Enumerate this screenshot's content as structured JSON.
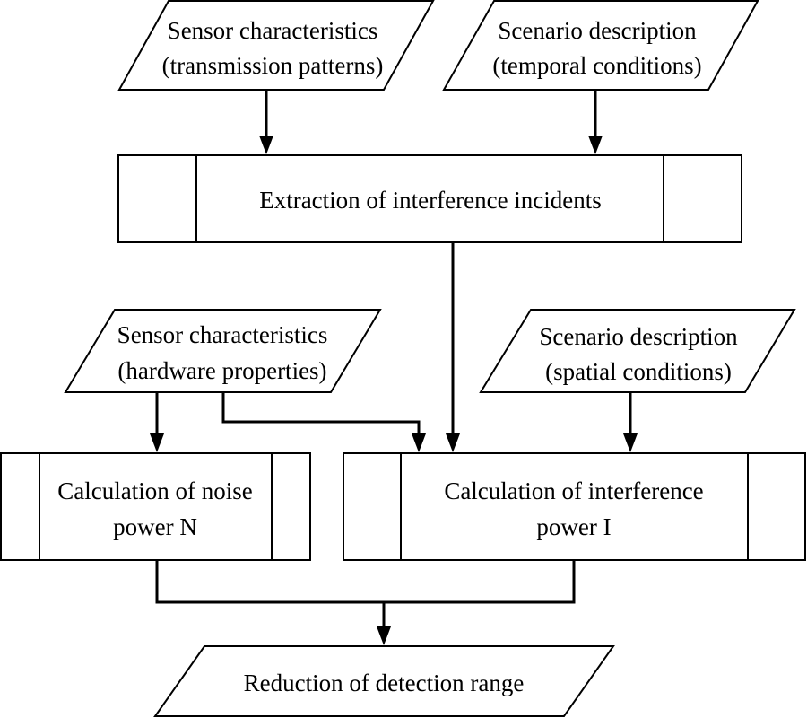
{
  "inputs": {
    "sensor_transmission": {
      "line1": "Sensor characteristics",
      "line2": "(transmission patterns)"
    },
    "scenario_temporal": {
      "line1": "Scenario description",
      "line2": "(temporal conditions)"
    },
    "sensor_hardware": {
      "line1": "Sensor characteristics",
      "line2": "(hardware properties)"
    },
    "scenario_spatial": {
      "line1": "Scenario description",
      "line2": "(spatial conditions)"
    }
  },
  "processes": {
    "extraction": {
      "line1": "Extraction of interference incidents"
    },
    "noise_power": {
      "line1": "Calculation of noise",
      "line2": "power N"
    },
    "interference_power": {
      "line1": "Calculation of interference",
      "line2": "power I"
    }
  },
  "output": {
    "reduction": {
      "line1": "Reduction of detection range"
    }
  }
}
